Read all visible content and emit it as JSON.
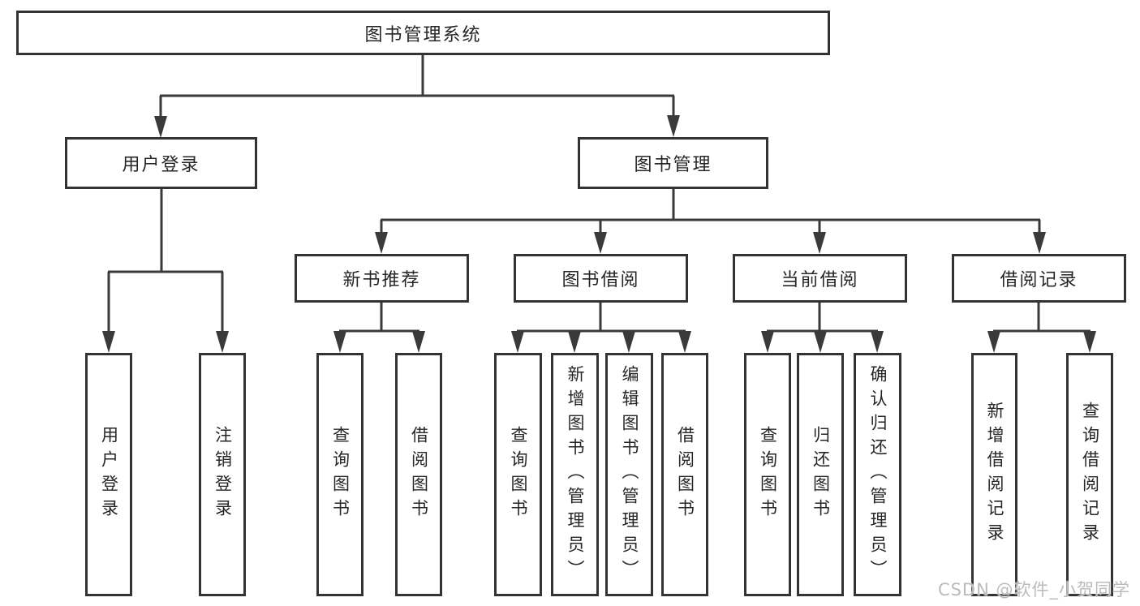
{
  "diagram": {
    "root": {
      "label": "图书管理系统"
    },
    "user_login": {
      "label": "用户登录",
      "children": [
        {
          "label": "用户登录"
        },
        {
          "label": "注销登录"
        }
      ]
    },
    "book_management": {
      "label": "图书管理",
      "new_book_recommend": {
        "label": "新书推荐",
        "children": [
          {
            "label": "查询图书"
          },
          {
            "label": "借阅图书"
          }
        ]
      },
      "book_borrowing": {
        "label": "图书借阅",
        "children": [
          {
            "label": "查询图书"
          },
          {
            "label": "新增图书（管理员）"
          },
          {
            "label": "编辑图书（管理员）"
          },
          {
            "label": "借阅图书"
          }
        ]
      },
      "current_borrowing": {
        "label": "当前借阅",
        "children": [
          {
            "label": "查询图书"
          },
          {
            "label": "归还图书"
          },
          {
            "label": "确认归还（管理员）"
          }
        ]
      },
      "borrowing_records": {
        "label": "借阅记录",
        "children": [
          {
            "label": "新增借阅记录"
          },
          {
            "label": "查询借阅记录"
          }
        ]
      }
    }
  },
  "watermark": {
    "text": "CSDN @软件_小贺同学"
  },
  "colors": {
    "line": "#3a3a3a",
    "border": "#333333",
    "text": "#262626",
    "watermark": "#bbbbbb",
    "background": "#ffffff"
  }
}
